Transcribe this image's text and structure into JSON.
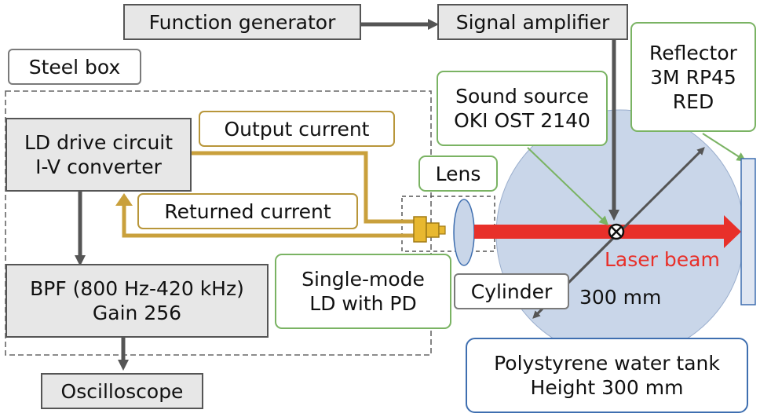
{
  "function_generator": "Function generator",
  "signal_amplifier": "Signal amplifier",
  "steel_box": "Steel box",
  "reflector": [
    "Reflector",
    "3M RP45",
    "RED"
  ],
  "sound_source": [
    "Sound source",
    "OKI OST 2140"
  ],
  "ld_drive": [
    "LD drive circuit",
    "I-V converter"
  ],
  "output_current": "Output current",
  "lens": "Lens",
  "returned_current": "Returned current",
  "laser_beam": "Laser beam",
  "bpf": [
    "BPF (800 Hz-420 kHz)",
    "Gain 256"
  ],
  "ld_pd": [
    "Single-mode",
    "LD with PD"
  ],
  "cylinder": "Cylinder",
  "diameter": "300 mm",
  "water_tank": [
    "Polystyrene water tank",
    "Height 300 mm"
  ],
  "oscilloscope": "Oscilloscope",
  "colors": {
    "laser": "#e8302a",
    "wire": "#c9a03c",
    "tank": "#c9d6e9",
    "arrow": "#555555",
    "green": "#7ab363"
  }
}
